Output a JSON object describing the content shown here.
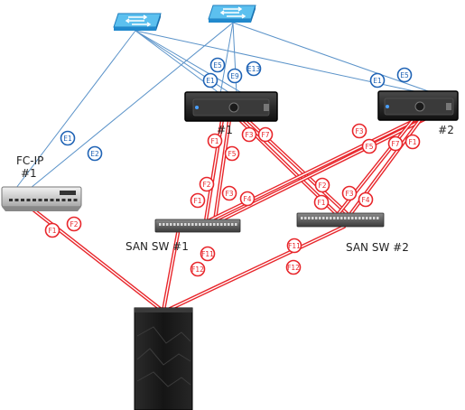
{
  "colors": {
    "ethernet": "#5b93c9",
    "fibre": "#e8262b",
    "fibre_inner": "#ffffff",
    "eth_badge": "#1f63b5",
    "fc_badge": "#e8262b",
    "switch_top": "#5cc0ef",
    "switch_side": "#2189cd",
    "server": "#2a2a2a",
    "storage": "#1b1b1b"
  },
  "icons": {
    "eth_switch": "network-switch-icon",
    "server": "rack-server-icon",
    "fcip": "fc-ip-router-icon",
    "san_switch": "san-switch-icon",
    "storage": "storage-array-icon"
  },
  "devices": {
    "server1": "#1",
    "server2": "#2",
    "fcip_line1": "FC-IP",
    "fcip_line2": "#1",
    "san1": "SAN SW #1",
    "san2": "SAN SW #2"
  },
  "ports": {
    "e1": "E1",
    "e2": "E2",
    "e5": "E5",
    "e9": "E9",
    "e13": "E13",
    "f1": "F1",
    "f2": "F2",
    "f3": "F3",
    "f4": "F4",
    "f5": "F5",
    "f7": "F7",
    "f11": "F11",
    "f12": "F12"
  }
}
